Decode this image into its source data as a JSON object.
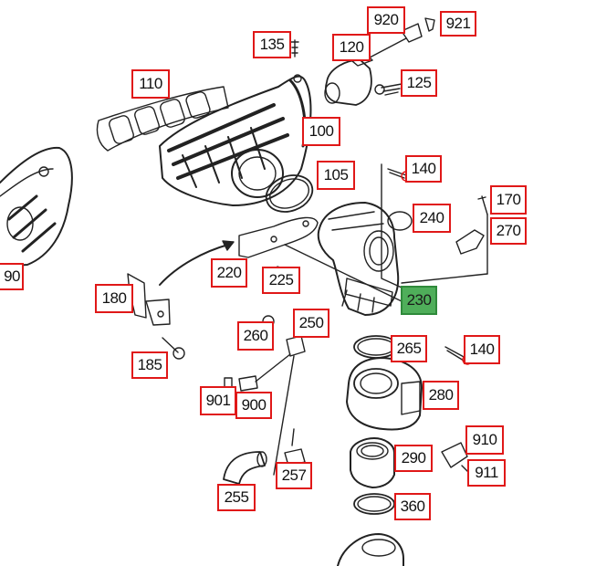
{
  "diagram": {
    "callouts": [
      "920",
      "921",
      "135",
      "120",
      "125",
      "110",
      "100",
      "105",
      "140",
      "170",
      "240",
      "270",
      "90",
      "220",
      "225",
      "180",
      "230",
      "250",
      "260",
      "265",
      "140",
      "185",
      "280",
      "901",
      "900",
      "910",
      "290",
      "911",
      "257",
      "255",
      "360"
    ],
    "selected_callout": "230",
    "colors": {
      "callout_border": "#e01818",
      "selected_fill": "#4fae5a",
      "line_art": "#222222"
    }
  }
}
